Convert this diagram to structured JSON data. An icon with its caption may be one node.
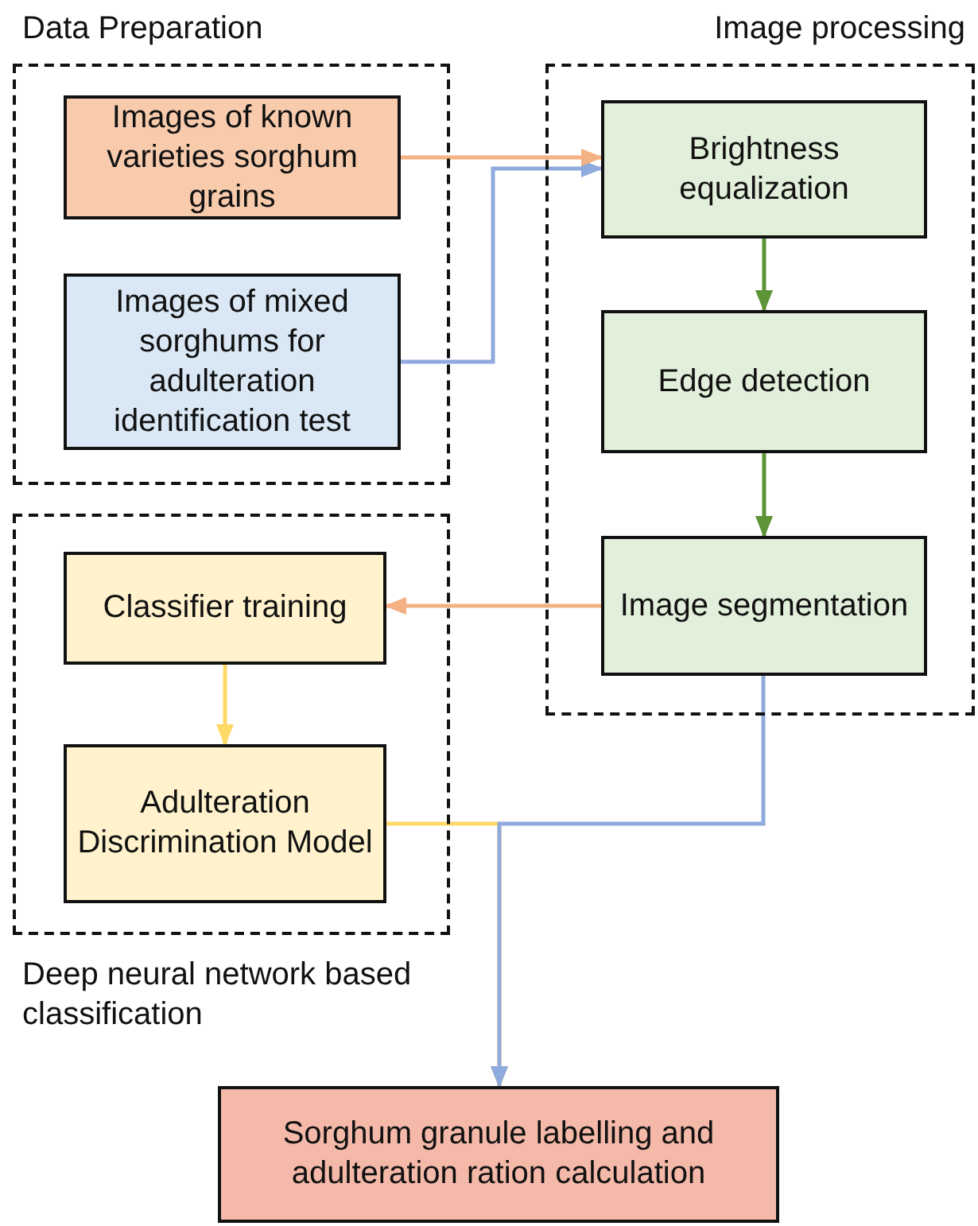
{
  "diagram": {
    "nodes": [
      {
        "text": [
          "Data Preparation"
        ]
      },
      {
        "text": [
          "Images of known varieties sorghum grains"
        ],
        "in": 0
      },
      {
        "text": [
          "Images of mixed sorghums for adulteration identification test"
        ],
        "in": 0
      },
      {
        "text": [
          "Image processing"
        ]
      },
      {
        "text": [
          "Brightness equalization"
        ],
        "in": 3
      },
      {
        "text": [
          "Edge detection"
        ],
        "in": 3
      },
      {
        "text": [
          "Image segmentation"
        ],
        "in": 3
      },
      {
        "text": [
          "Deep neural network based classification"
        ]
      },
      {
        "text": [
          "Classifier training"
        ],
        "in": 7
      },
      {
        "text": [
          "Adulteration Discrimination Model"
        ],
        "in": 7
      },
      {
        "text": [
          "Sorghum granule labelling and adulteration ration calculation"
        ]
      }
    ],
    "edges": [
      {
        "from": 2,
        "to": 4,
        "arrow": "to",
        "color": "#8faadc"
      },
      {
        "from": 1,
        "to": 4,
        "arrow": "to",
        "color": "#f4b183"
      },
      {
        "from": 4,
        "to": 5,
        "arrow": "to",
        "color": "#5e9438"
      },
      {
        "from": 5,
        "to": 6,
        "arrow": "to",
        "color": "#5e9438"
      },
      {
        "from": 6,
        "to": 8,
        "arrow": "to",
        "color": "#f4b183"
      },
      {
        "from": 8,
        "to": 9,
        "arrow": "to",
        "color": "#ffd966"
      },
      {
        "from": 9,
        "to": 10,
        "arrow": "to",
        "color": "#ffd966"
      },
      {
        "from": 6,
        "to": 10,
        "arrow": "to",
        "color": "#8faadc"
      }
    ]
  }
}
